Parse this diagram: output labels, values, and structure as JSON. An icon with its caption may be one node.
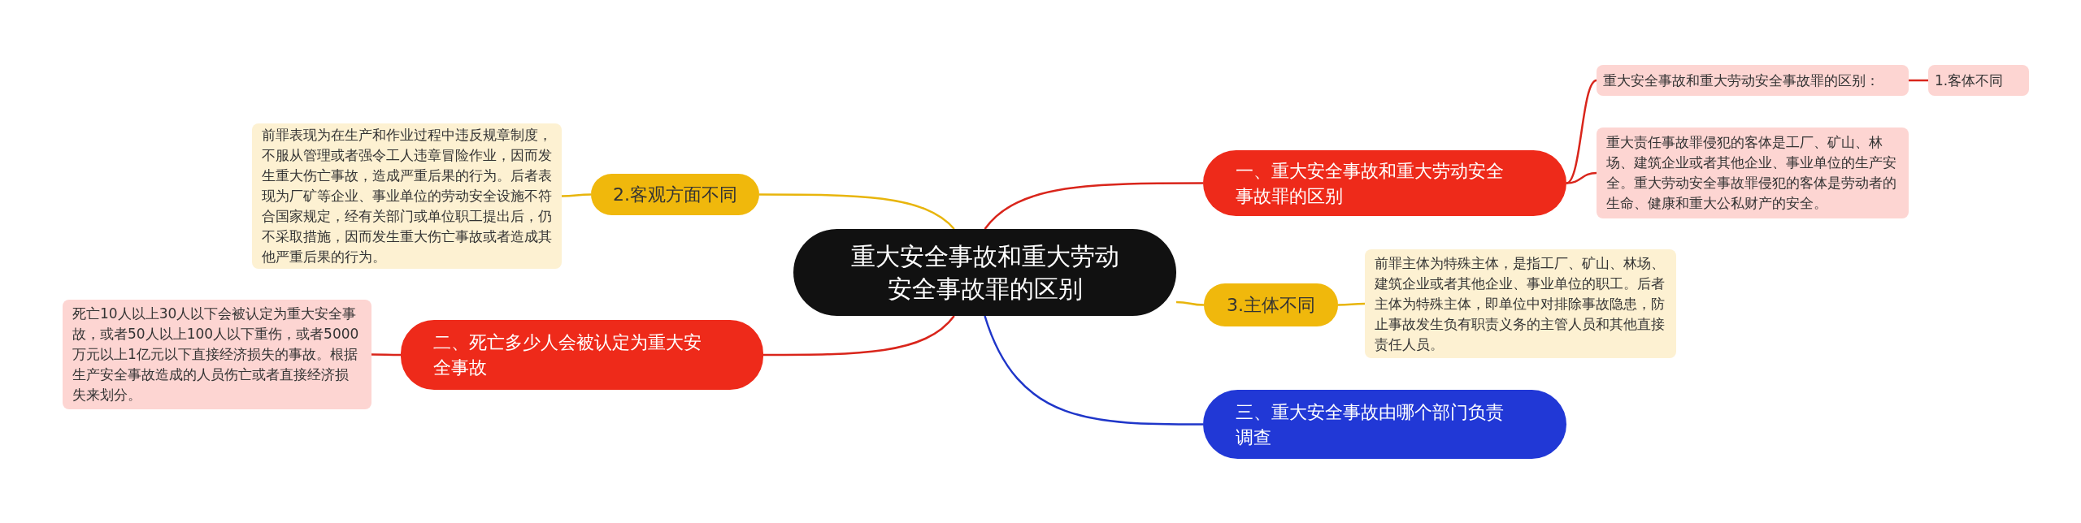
{
  "diagram": {
    "nodes": [
      {
        "text": [
          "重大安全事故和重大劳动安全事故罪的区别"
        ]
      },
      {
        "text": [
          "一、重大安全事故和重大劳动安全事故罪的区别"
        ]
      },
      {
        "text": [
          "重大安全事故和重大劳动安全事故罪的区别："
        ]
      },
      {
        "text": [
          "1.客体不同"
        ]
      },
      {
        "text": [
          "重大责任事故罪侵犯的客体是工厂、矿山、林场、建筑企业或者其他企业、事业单位的生产安全。重大劳动安全事故罪侵犯的客体是劳动者的生命、健康和重大公私财产的安全。"
        ]
      },
      {
        "text": [
          "3.主体不同"
        ]
      },
      {
        "text": [
          "前罪主体为特殊主体，是指工厂、矿山、林场、建筑企业或者其他企业、事业单位的职工。后者主体为特殊主体，即单位中对排除事故隐患，防止事故发生负有职责义务的主管人员和其他直接责任人员。"
        ]
      },
      {
        "text": [
          "三、重大安全事故由哪个部门负责调查"
        ]
      },
      {
        "text": [
          "2.客观方面不同"
        ]
      },
      {
        "text": [
          "前罪表现为在生产和作业过程中违反规章制度，不服从管理或者强令工人违章冒险作业，因而发生重大伤亡事故，造成严重后果的行为。后者表现为厂矿等企业、事业单位的劳动安全设施不符合国家规定，经有关部门或单位职工提出后，仍不采取措施，因而发生重大伤亡事故或者造成其他严重后果的行为。"
        ]
      },
      {
        "text": [
          "二、死亡多少人会被认定为重大安全事故"
        ]
      },
      {
        "text": [
          "死亡10人以上30人以下会被认定为重大安全事故，或者50人以上100人以下重伤，或者5000万元以上1亿元以下直接经济损失的事故。根据生产安全事故造成的人员伤亡或者直接经济损失来划分。"
        ]
      }
    ],
    "edges": [
      {
        "from": 0,
        "to": 1,
        "arrow": "none"
      },
      {
        "from": 1,
        "to": 2,
        "arrow": "none"
      },
      {
        "from": 1,
        "to": 4,
        "arrow": "none"
      },
      {
        "from": 2,
        "to": 3,
        "arrow": "none"
      },
      {
        "from": 0,
        "to": 5,
        "arrow": "none",
        "color": "#e8b50c"
      },
      {
        "from": 5,
        "to": 6,
        "arrow": "none",
        "color": "#e8b50c"
      },
      {
        "from": 0,
        "to": 7,
        "arrow": "none",
        "color": "#1f36c9"
      },
      {
        "from": 0,
        "to": 8,
        "arrow": "none",
        "color": "#e8b50c"
      },
      {
        "from": 8,
        "to": 9,
        "arrow": "none",
        "color": "#e8b50c"
      },
      {
        "from": 0,
        "to": 10,
        "arrow": "none"
      },
      {
        "from": 10,
        "to": 11,
        "arrow": "none"
      }
    ]
  }
}
